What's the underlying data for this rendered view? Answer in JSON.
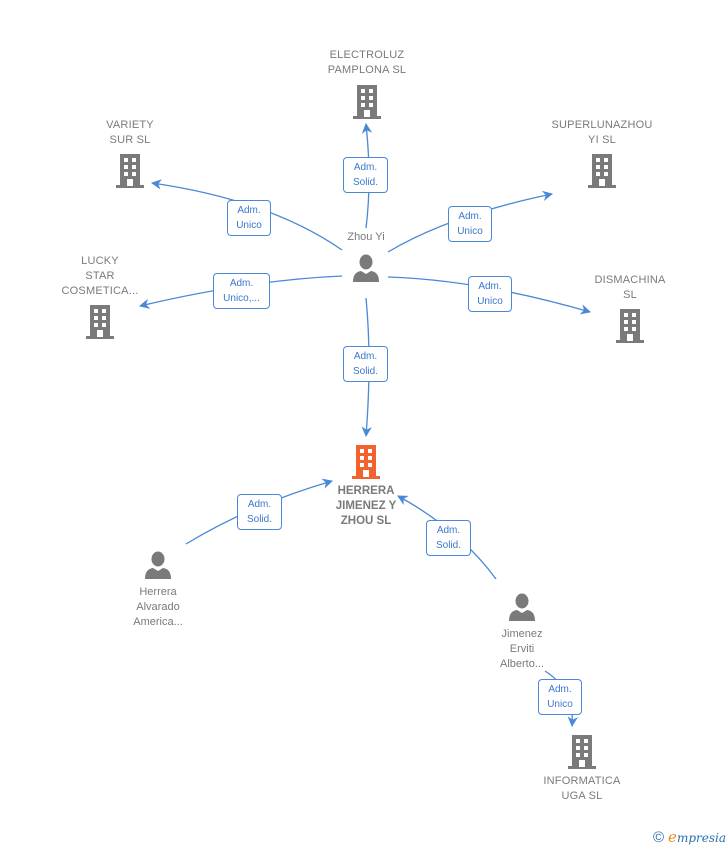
{
  "colors": {
    "edge": "#4a88d8",
    "company_icon": "#7a7a7a",
    "main_company_icon": "#f2622e",
    "person_icon": "#7a7a7a",
    "label_text": "#7a7a7a",
    "relation_text": "#3a78cc"
  },
  "nodes": {
    "zhou_yi": {
      "label": "Zhou Yi",
      "type": "person"
    },
    "main": {
      "label": "HERRERA\nJIMENEZ Y\nZHOU  SL",
      "type": "main-company"
    },
    "electroluz": {
      "label": "ELECTROLUZ\nPAMPLONA  SL",
      "type": "company"
    },
    "variety": {
      "label": "VARIETY\nSUR  SL",
      "type": "company"
    },
    "superlunazhou": {
      "label": "SUPERLUNAZHOU\nYI  SL",
      "type": "company"
    },
    "lucky": {
      "label": "LUCKY\nSTAR\nCOSMETICA...",
      "type": "company"
    },
    "dismachina": {
      "label": "DISMACHINA\nSL",
      "type": "company"
    },
    "herrera": {
      "label": "Herrera\nAlvarado\nAmerica...",
      "type": "person"
    },
    "jimenez": {
      "label": "Jimenez\nErviti\nAlberto...",
      "type": "person"
    },
    "informatica": {
      "label": "INFORMATICA\nUGA  SL",
      "type": "company"
    }
  },
  "relations": {
    "electroluz": "Adm.\nSolid.",
    "variety": "Adm.\nUnico",
    "superlunazhou": "Adm.\nUnico",
    "lucky": "Adm.\nUnico,...",
    "dismachina": "Adm.\nUnico",
    "main_from_zhou": "Adm.\nSolid.",
    "main_from_herrera": "Adm.\nSolid.",
    "main_from_jimenez": "Adm.\nSolid.",
    "informatica": "Adm.\nUnico"
  },
  "footer": {
    "copyright": "©",
    "brand_initial": "e",
    "brand_rest": "mpresia"
  }
}
